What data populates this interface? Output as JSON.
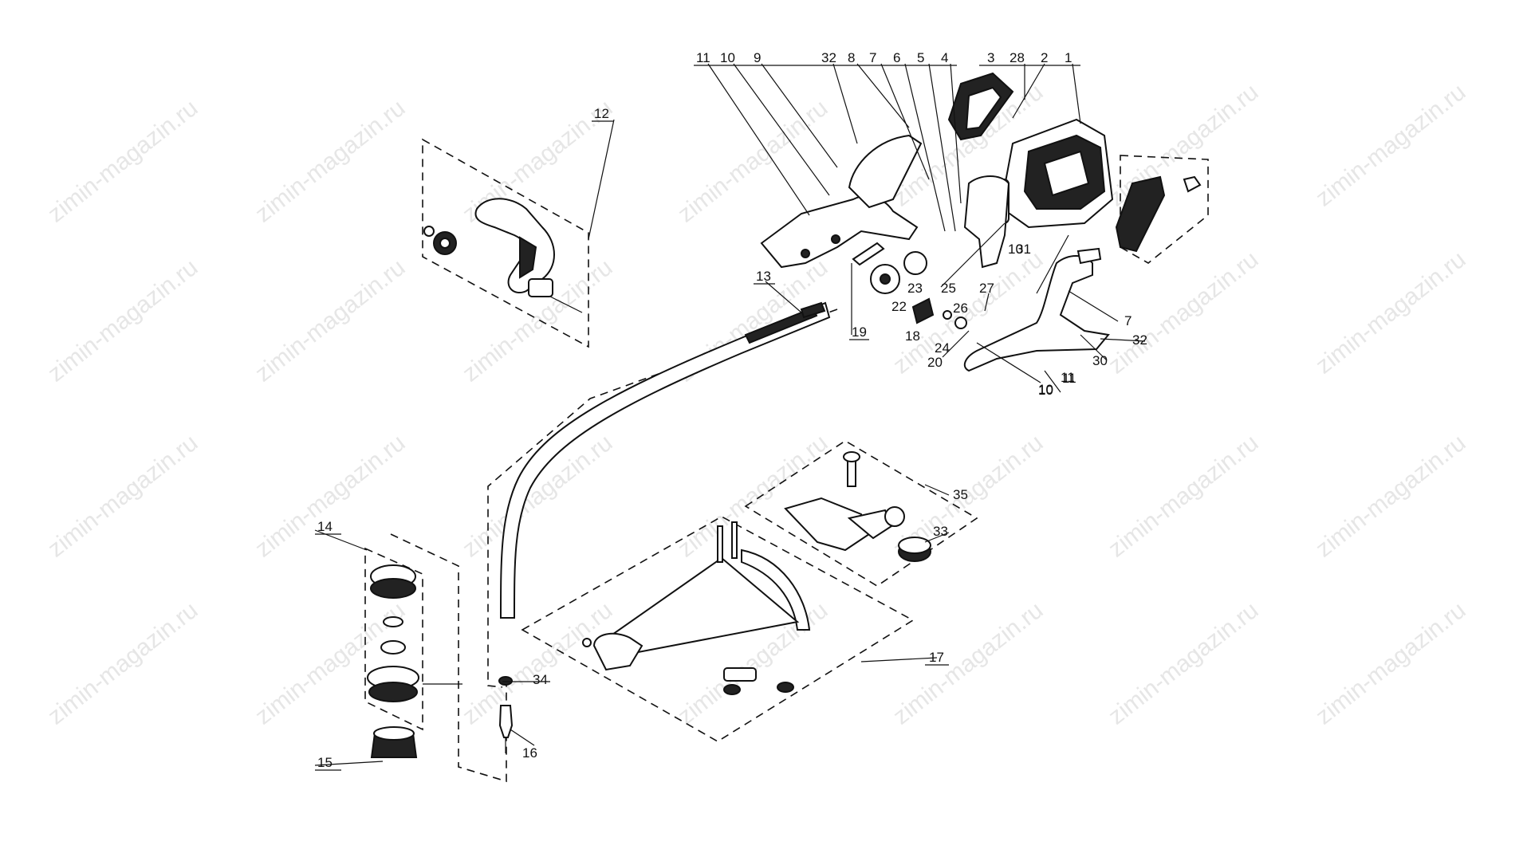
{
  "watermark": {
    "text": "zimin-magazin.ru",
    "color": "#e6e6e6"
  },
  "callouts": [
    {
      "id": "c1",
      "label": "1"
    },
    {
      "id": "c2",
      "label": "2"
    },
    {
      "id": "c3",
      "label": "3"
    },
    {
      "id": "c28",
      "label": "28"
    },
    {
      "id": "c4",
      "label": "4"
    },
    {
      "id": "c5",
      "label": "5"
    },
    {
      "id": "c6",
      "label": "6"
    },
    {
      "id": "c7a",
      "label": "7"
    },
    {
      "id": "c8",
      "label": "8"
    },
    {
      "id": "c32a",
      "label": "32"
    },
    {
      "id": "c9",
      "label": "9"
    },
    {
      "id": "c10a",
      "label": "10"
    },
    {
      "id": "c11a",
      "label": "11"
    },
    {
      "id": "c12",
      "label": "12"
    },
    {
      "id": "c13",
      "label": "13"
    },
    {
      "id": "c19",
      "label": "19"
    },
    {
      "id": "c22",
      "label": "22"
    },
    {
      "id": "c23",
      "label": "23"
    },
    {
      "id": "c25",
      "label": "25"
    },
    {
      "id": "c27",
      "label": "27"
    },
    {
      "id": "c26",
      "label": "26"
    },
    {
      "id": "c18",
      "label": "18"
    },
    {
      "id": "c24",
      "label": "24"
    },
    {
      "id": "c20",
      "label": "20"
    },
    {
      "id": "c11b",
      "label": "11"
    },
    {
      "id": "c10b",
      "label": "10"
    },
    {
      "id": "c31",
      "label": "31"
    },
    {
      "id": "c10c",
      "label": "10"
    },
    {
      "id": "c7b",
      "label": "7"
    },
    {
      "id": "c32b",
      "label": "32"
    },
    {
      "id": "c30",
      "label": "30"
    },
    {
      "id": "c11c",
      "label": "11"
    },
    {
      "id": "c10d",
      "label": "10"
    },
    {
      "id": "c35",
      "label": "35"
    },
    {
      "id": "c33",
      "label": "33"
    },
    {
      "id": "c14",
      "label": "14"
    },
    {
      "id": "c34",
      "label": "34"
    },
    {
      "id": "c17",
      "label": "17"
    },
    {
      "id": "c16",
      "label": "16"
    },
    {
      "id": "c15",
      "label": "15"
    }
  ]
}
